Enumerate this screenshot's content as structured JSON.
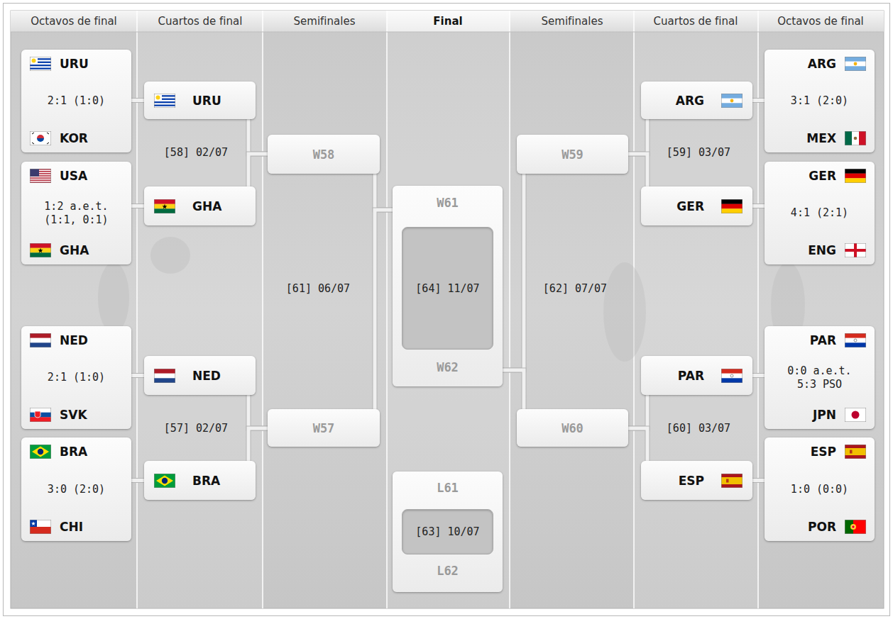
{
  "diagram": {
    "nodes": [
      {
        "text": [
          "URU",
          "2:1 (1:0)",
          "KOR"
        ]
      },
      {
        "text": [
          "USA",
          "1:2 a.e.t. (1:1, 0:1)",
          "GHA"
        ]
      },
      {
        "text": [
          "NED",
          "2:1 (1:0)",
          "SVK"
        ]
      },
      {
        "text": [
          "BRA",
          "3:0 (2:0)",
          "CHI"
        ]
      },
      {
        "text": [
          "URU"
        ]
      },
      {
        "text": [
          "GHA"
        ]
      },
      {
        "text": [
          "NED"
        ]
      },
      {
        "text": [
          "BRA"
        ]
      },
      {
        "text": [
          "W58"
        ]
      },
      {
        "text": [
          "W57"
        ]
      },
      {
        "text": [
          "W61",
          "W62"
        ]
      },
      {
        "text": [
          "[64] 11/07"
        ],
        "in": 10
      },
      {
        "text": [
          "L61",
          "L62"
        ]
      },
      {
        "text": [
          "[63] 10/07"
        ],
        "in": 12
      },
      {
        "text": [
          "W59"
        ]
      },
      {
        "text": [
          "W60"
        ]
      },
      {
        "text": [
          "ARG"
        ]
      },
      {
        "text": [
          "GER"
        ]
      },
      {
        "text": [
          "PAR"
        ]
      },
      {
        "text": [
          "ESP"
        ]
      },
      {
        "text": [
          "ARG",
          "3:1 (2:0)",
          "MEX"
        ]
      },
      {
        "text": [
          "GER",
          "4:1 (2:1)",
          "ENG"
        ]
      },
      {
        "text": [
          "PAR",
          "0:0 a.e.t. 5:3 PSO",
          "JPN"
        ]
      },
      {
        "text": [
          "ESP",
          "1:0 (0:0)",
          "POR"
        ]
      }
    ],
    "edges": [
      {
        "from": 0,
        "to": 4,
        "arrow": "none"
      },
      {
        "from": 1,
        "to": 5,
        "arrow": "none"
      },
      {
        "from": 2,
        "to": 6,
        "arrow": "none"
      },
      {
        "from": 3,
        "to": 7,
        "arrow": "none"
      },
      {
        "from": 4,
        "to": 8,
        "arrow": "none"
      },
      {
        "from": 5,
        "to": 8,
        "arrow": "none"
      },
      {
        "from": 6,
        "to": 9,
        "arrow": "none"
      },
      {
        "from": 7,
        "to": 9,
        "arrow": "none"
      },
      {
        "from": 8,
        "to": 10,
        "arrow": "none"
      },
      {
        "from": 9,
        "to": 10,
        "arrow": "none"
      },
      {
        "from": 14,
        "to": 10,
        "arrow": "none"
      },
      {
        "from": 15,
        "to": 10,
        "arrow": "none"
      },
      {
        "from": 16,
        "to": 14,
        "arrow": "none"
      },
      {
        "from": 17,
        "to": 14,
        "arrow": "none"
      },
      {
        "from": 18,
        "to": 15,
        "arrow": "none"
      },
      {
        "from": 19,
        "to": 15,
        "arrow": "none"
      },
      {
        "from": 20,
        "to": 16,
        "arrow": "none"
      },
      {
        "from": 21,
        "to": 17,
        "arrow": "none"
      },
      {
        "from": 22,
        "to": 18,
        "arrow": "none"
      },
      {
        "from": 23,
        "to": 19,
        "arrow": "none"
      }
    ],
    "labels": [
      "Octavos de final",
      "Cuartos de final",
      "Semifinales",
      "Final",
      "Semifinales",
      "Cuartos de final",
      "Octavos de final",
      "[58] 02/07",
      "[57] 02/07",
      "[61] 06/07",
      "[62] 07/07",
      "[59] 03/07",
      "[60] 03/07"
    ]
  }
}
